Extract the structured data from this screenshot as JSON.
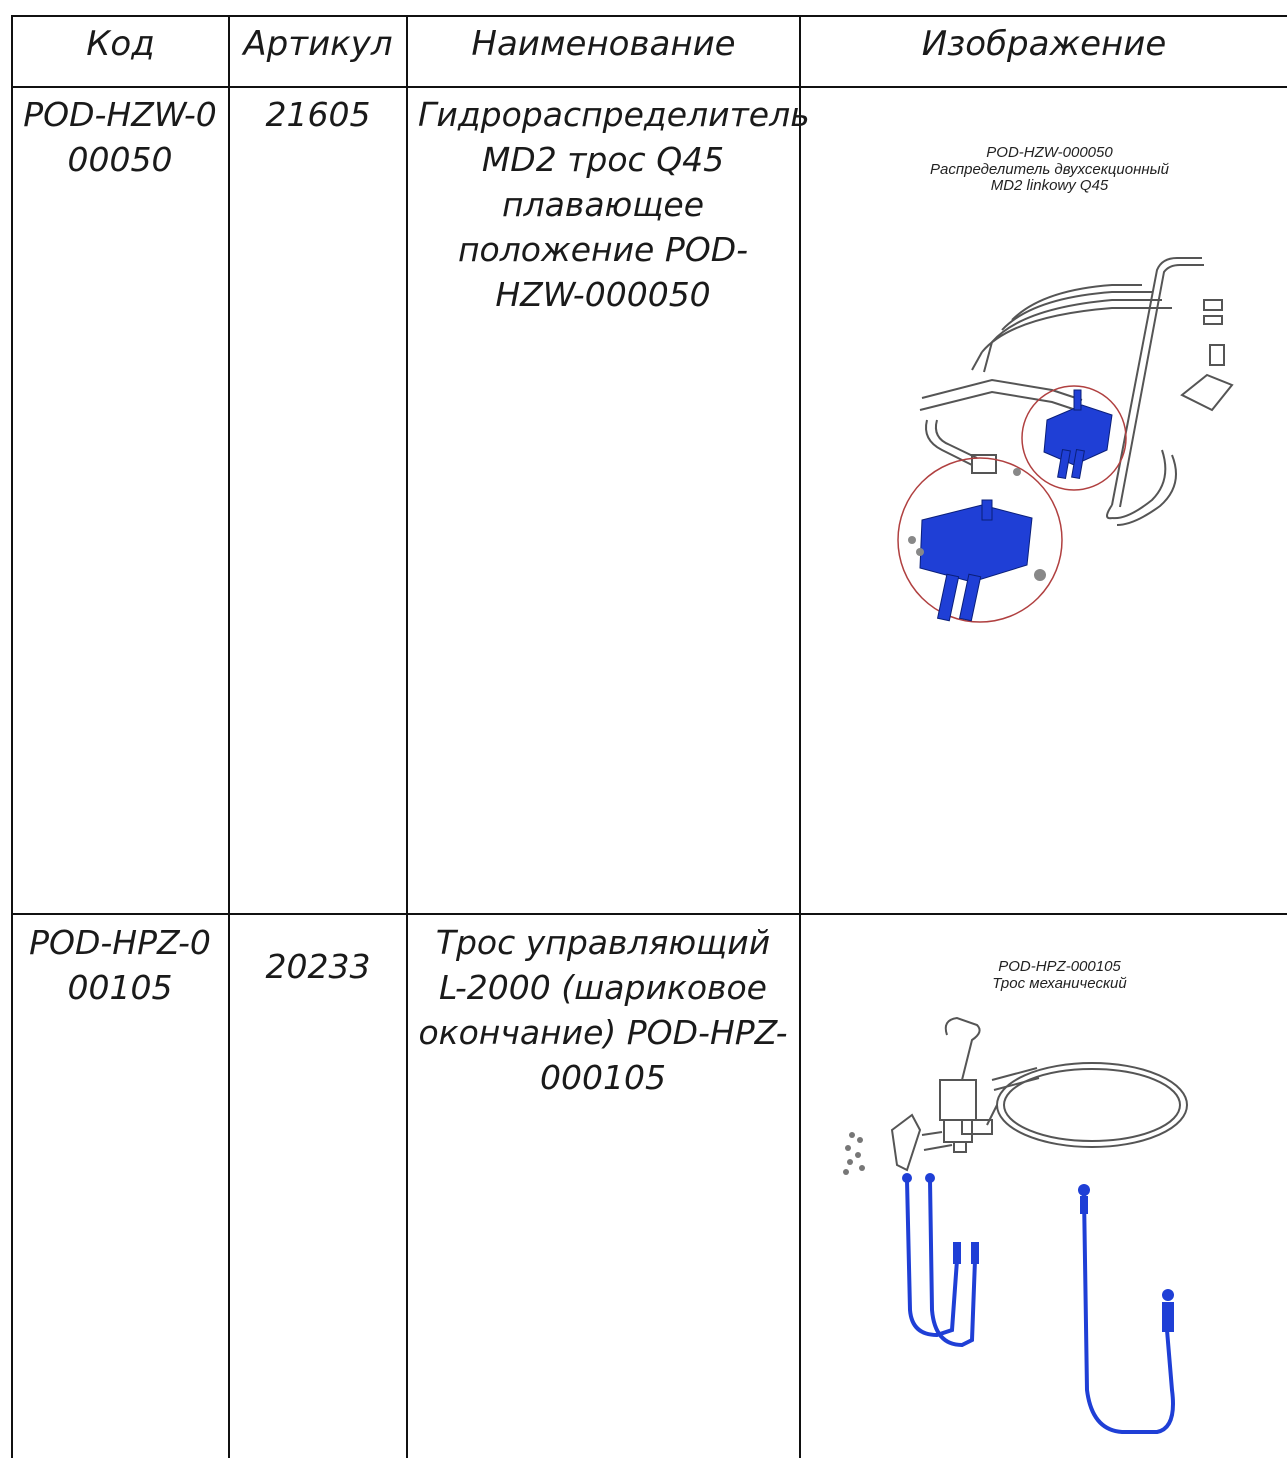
{
  "headers": [
    "Код",
    "Артикул",
    "Наименование",
    "Изображение"
  ],
  "rows": [
    {
      "code": "POD-HZW-000050",
      "article": "21605",
      "name": "Гидрораспределитель MD2 трос Q45 плавающее положение POD-HZW-000050",
      "image": {
        "code": "POD-HZW-000050",
        "title_line1": "Распределитель двухсекционный",
        "title_line2": "MD2 linkowy Q45"
      }
    },
    {
      "code": "POD-HPZ-000105",
      "article": "20233",
      "name": "Трос управляющий L-2000 (шариковое окончание) POD-HPZ-000105",
      "image": {
        "code": "POD-HPZ-000105",
        "title_line1": "Трос механический"
      }
    }
  ],
  "colors": {
    "border": "#111111",
    "accent_blue": "#1f3fd6",
    "circle_red": "#b04040",
    "line_art": "#555555"
  }
}
